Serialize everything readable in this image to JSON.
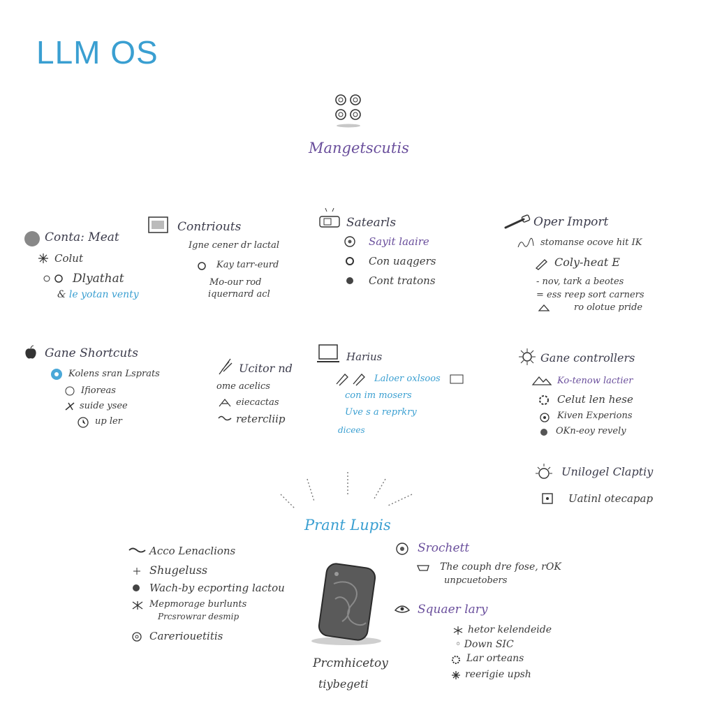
{
  "title": "LLM OS",
  "hub": {
    "label": "Mangetscutis"
  },
  "lower_hub": {
    "label": "Prant Lupis"
  },
  "device": {
    "caption_line1": "Prcmhicetoy",
    "caption_line2": "tiybegeti"
  },
  "sections": {
    "s1": {
      "title": "Conta: Meat",
      "items": [
        "Colut",
        "Dlyathat",
        "le yotan venty"
      ]
    },
    "s2": {
      "title": "Contriouts",
      "items": [
        "Igne cener dr lactal",
        "Kay tarr-eurd",
        "Mo-our rod",
        "iquernard acl"
      ]
    },
    "s3": {
      "title": "Satearls",
      "items": [
        "Sayit laaire",
        "Con uaqgers",
        "Cont tratons"
      ]
    },
    "s4": {
      "title": "Oper Import",
      "items": [
        "stomanse ocove hit IK",
        "Coly-heat E",
        "- nov, tark a beotes",
        "ess reep sort carners",
        "ro olotue pride"
      ]
    },
    "s5": {
      "title": "Gane Shortcuts",
      "items": [
        "Kolens sran Lsprats",
        "Ifioreas",
        "suide ysee",
        "up ler"
      ]
    },
    "s6": {
      "title": "Ucitor nd",
      "items": [
        "ome acelics",
        "eiecactas",
        "retercliip"
      ]
    },
    "s7": {
      "title": "Harius",
      "items": [
        "Laloer oxlsoos",
        "con im mosers",
        "Uve s a reprkry",
        "dicees"
      ]
    },
    "s8": {
      "title": "Gane controllers",
      "items": [
        "Ko-tenow lactier",
        "Celut len hese",
        "Kiven Experions",
        "OKn-eoy revely"
      ]
    },
    "s9": {
      "title": "Unilogel Claptiy",
      "items": [
        "Uatinl otecapap"
      ]
    },
    "s10": {
      "title": "Acco Lenaclions",
      "items": [
        "Shugeluss",
        "Wach-by ecporting lactou",
        "Mepmorage burlunts",
        "Prcsrowrar desmip",
        "Careriouetitis"
      ]
    },
    "s11": {
      "title": "Srochett",
      "items": [
        "The couph dre fose, rOK",
        "unpcuetobers"
      ]
    },
    "s12": {
      "title": "Squaer lary",
      "items": [
        "hetor kelendeide",
        "Down SIC",
        "Lar orteans",
        "reerigie upsh"
      ]
    }
  },
  "colors": {
    "title": "#3a9fd1",
    "accent": "#6a4f9c",
    "ink": "#3a3a3a",
    "device": "#5a5a5a"
  }
}
